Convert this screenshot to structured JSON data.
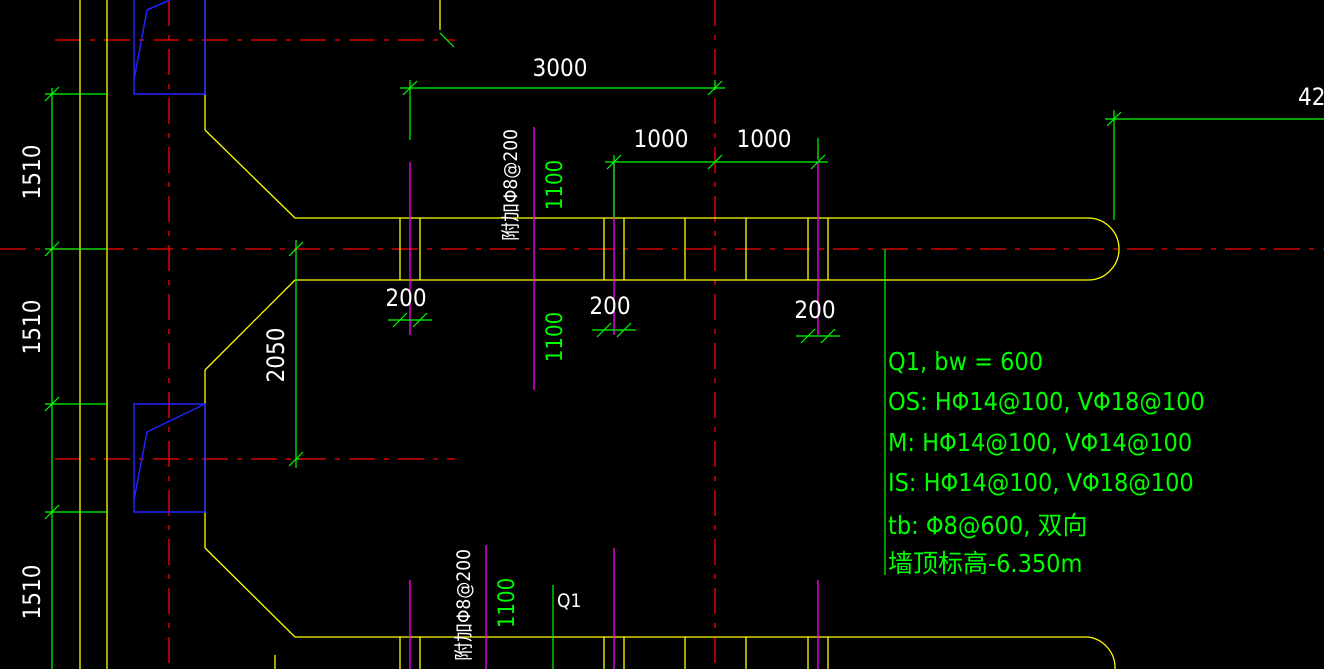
{
  "colors": {
    "background": "#000000",
    "axis": "#ff0000",
    "wall_outline": "#ffff00",
    "dimension": "#00ff00",
    "rebar": "#ff00ff",
    "column": "#0000ff",
    "text": "#ffffff"
  },
  "dimensions": {
    "top_span": "3000",
    "sub_span_left": "1000",
    "sub_span_right": "1000",
    "left_upper": "1510",
    "left_middle": "1510",
    "left_lower": "1510",
    "flange_height": "2050",
    "cut_width_1": "200",
    "cut_width_2": "200",
    "cut_width_3": "200",
    "partial_right": "42"
  },
  "rebar_labels": {
    "added_upper": "附加Φ8@200",
    "added_lower": "附加Φ8@200",
    "len_upper_top": "1100",
    "len_upper_bottom": "1100",
    "len_lower": "1100"
  },
  "wall_tag": "Q1",
  "wall_notes": {
    "line1": "Q1, bw = 600",
    "line2": "OS: HΦ14@100, VΦ18@100",
    "line3": "M: HΦ14@100, VΦ14@100",
    "line4": "IS: HΦ14@100, VΦ18@100",
    "line5": "tb: Φ8@600, 双向",
    "line6": "墙顶标高-6.350m"
  }
}
